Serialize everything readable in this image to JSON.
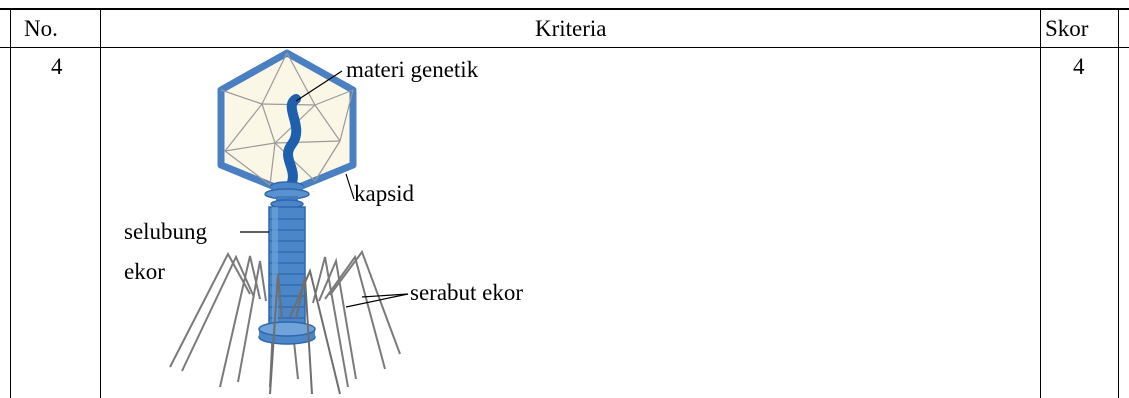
{
  "table": {
    "headers": {
      "no": "No.",
      "criteria": "Kriteria",
      "score": "Skor"
    },
    "row": {
      "no": "4",
      "score": "4"
    }
  },
  "diagram": {
    "labels": {
      "genetic_material": "materi genetik",
      "capsid": "kapsid",
      "tail_sheath_line1": "selubung",
      "tail_sheath_line2": "ekor",
      "tail_fibers": "serabut ekor"
    },
    "colors": {
      "capsid_outline": "#4a7fc1",
      "capsid_fill": "#fbf7e6",
      "dna": "#1e5fae",
      "tail": "#4a86c8",
      "tail_dark": "#2f67ad",
      "fibers": "#7a7a7a"
    }
  }
}
